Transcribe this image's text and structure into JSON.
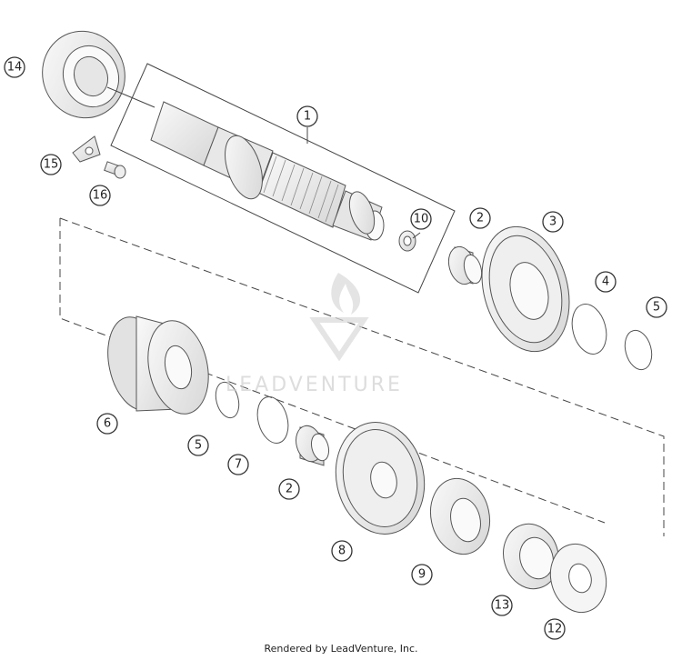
{
  "callouts": [
    {
      "id": "1",
      "label": "1"
    },
    {
      "id": "2a",
      "label": "2"
    },
    {
      "id": "2b",
      "label": "2"
    },
    {
      "id": "3",
      "label": "3"
    },
    {
      "id": "4",
      "label": "4"
    },
    {
      "id": "5a",
      "label": "5"
    },
    {
      "id": "5b",
      "label": "5"
    },
    {
      "id": "6",
      "label": "6"
    },
    {
      "id": "7",
      "label": "7"
    },
    {
      "id": "8",
      "label": "8"
    },
    {
      "id": "9",
      "label": "9"
    },
    {
      "id": "10",
      "label": "10"
    },
    {
      "id": "12",
      "label": "12"
    },
    {
      "id": "13",
      "label": "13"
    },
    {
      "id": "14",
      "label": "14"
    },
    {
      "id": "15",
      "label": "15"
    },
    {
      "id": "16",
      "label": "16"
    }
  ],
  "watermark": {
    "text": "LEADVENTURE",
    "color": "#cfcfcf"
  },
  "footer": {
    "text": "Rendered by LeadVenture, Inc."
  },
  "colors": {
    "part_fill": "#f2f2f2",
    "part_shade": "#dcdcdc",
    "outline": "#555555"
  }
}
